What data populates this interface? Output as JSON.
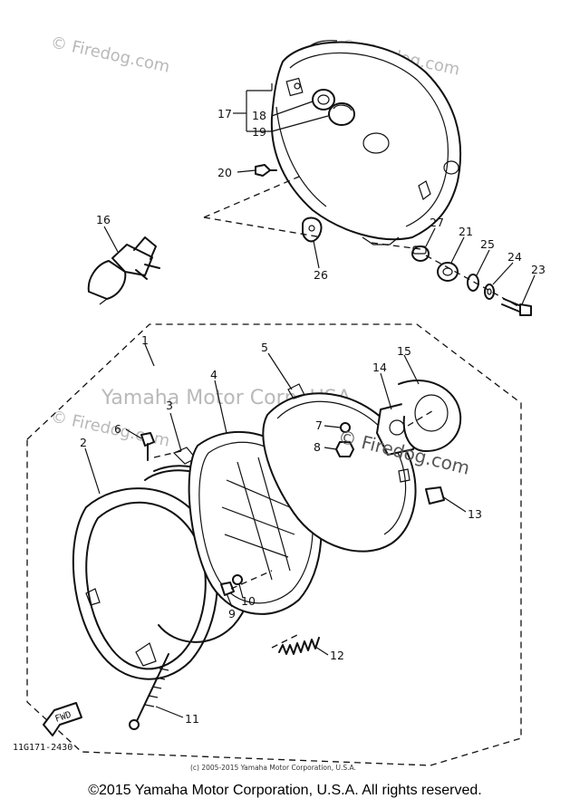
{
  "watermarks": {
    "top_left": "© Firedog.com",
    "top_right": "© Firedog.com",
    "mid_left": "© Firedog.com",
    "center_brand": "Yamaha Motor Corp. USA",
    "center_site": "© Firedog.com"
  },
  "callouts": {
    "c1": "1",
    "c2": "2",
    "c3": "3",
    "c4": "4",
    "c5": "5",
    "c6": "6",
    "c7": "7",
    "c8": "8",
    "c9": "9",
    "c10": "10",
    "c11": "11",
    "c12": "12",
    "c13": "13",
    "c14": "14",
    "c15": "15",
    "c16": "16",
    "c17": "17",
    "c18": "18",
    "c19": "19",
    "c20": "20",
    "c21": "21",
    "c23": "23",
    "c24": "24",
    "c25": "25",
    "c26": "26",
    "c27": "27"
  },
  "fwd_label": "FWD",
  "diagram_code": "11G171-2430",
  "small_copyright": "(c) 2005-2015 Yamaha Motor Corporation, U.S.A.",
  "footer_copyright": "©2015 Yamaha Motor Corporation, U.S.A. All rights reserved."
}
